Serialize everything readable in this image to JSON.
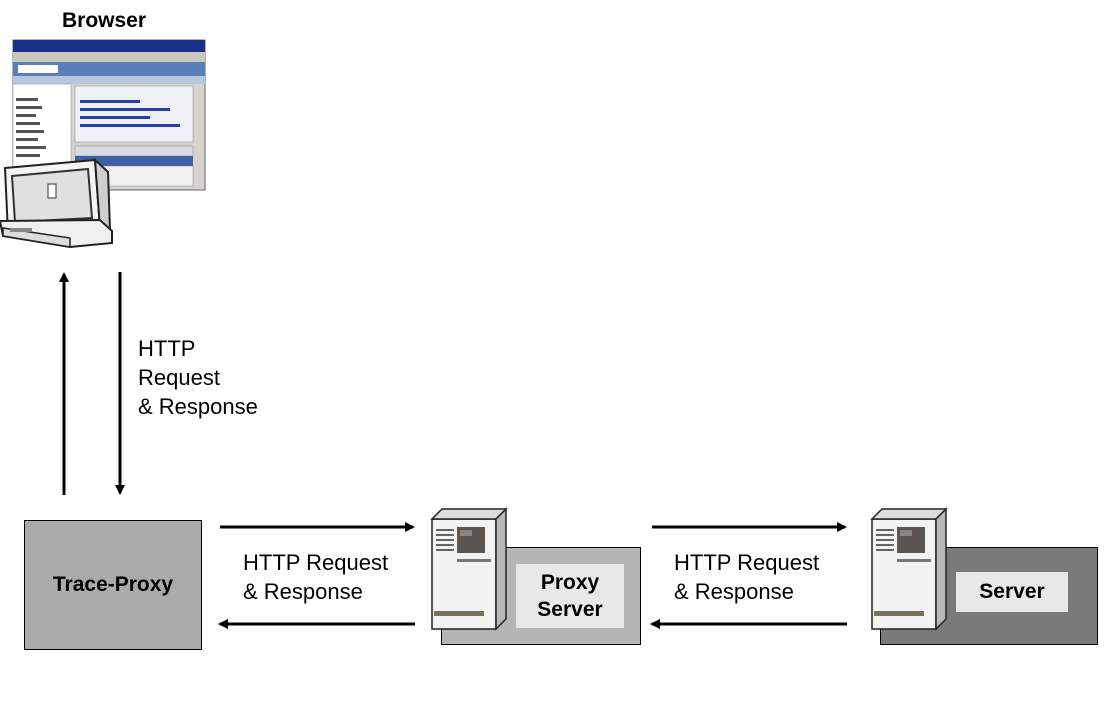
{
  "browser": {
    "label": "Browser"
  },
  "arrows": {
    "vertical": [
      "HTTP",
      "Request",
      "& Response"
    ],
    "left": [
      "HTTP Request",
      "& Response"
    ],
    "right": [
      "HTTP Request",
      "& Response"
    ]
  },
  "nodes": {
    "trace_proxy": "Trace-Proxy",
    "proxy_server": [
      "Proxy",
      "Server"
    ],
    "server": "Server"
  },
  "colors": {
    "trace_proxy_fill": "#aaaaaa",
    "proxy_box_fill": "#b5b5b5",
    "server_box_fill": "#7a7a7a",
    "label_box_fill": "#e8e8e8"
  }
}
